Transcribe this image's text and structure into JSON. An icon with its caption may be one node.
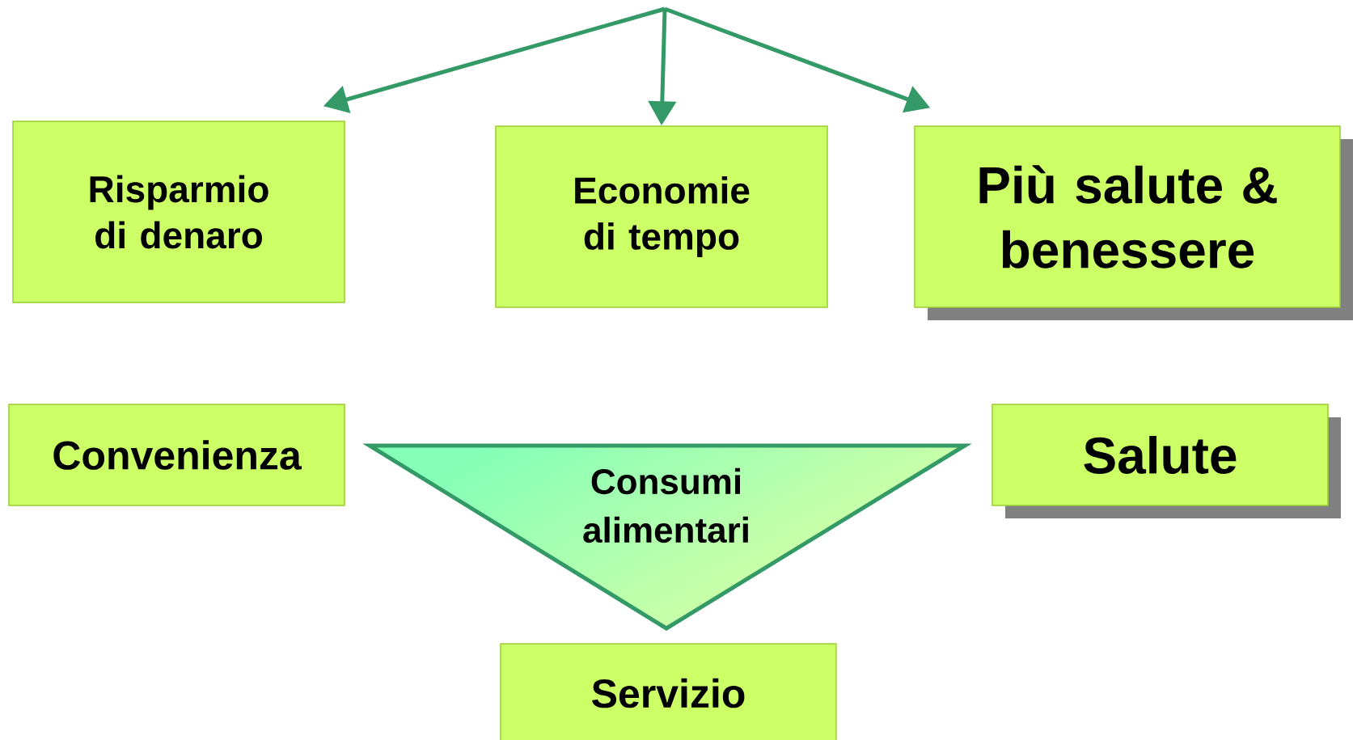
{
  "diagram": {
    "nodes": [
      {
        "text": [
          "Risparmio di denaro"
        ]
      },
      {
        "text": [
          "Economie di tempo"
        ]
      },
      {
        "text": [
          "Più salute & benessere"
        ]
      },
      {
        "text": [
          "Convenienza"
        ]
      },
      {
        "text": [
          "Consumi alimentari"
        ]
      },
      {
        "text": [
          "Salute"
        ]
      },
      {
        "text": [
          "Servizio"
        ]
      }
    ],
    "edges": [
      {
        "from": null,
        "to": 0,
        "arrow": "to"
      },
      {
        "from": null,
        "to": 1,
        "arrow": "to"
      },
      {
        "from": null,
        "to": 2,
        "arrow": "to"
      }
    ]
  }
}
